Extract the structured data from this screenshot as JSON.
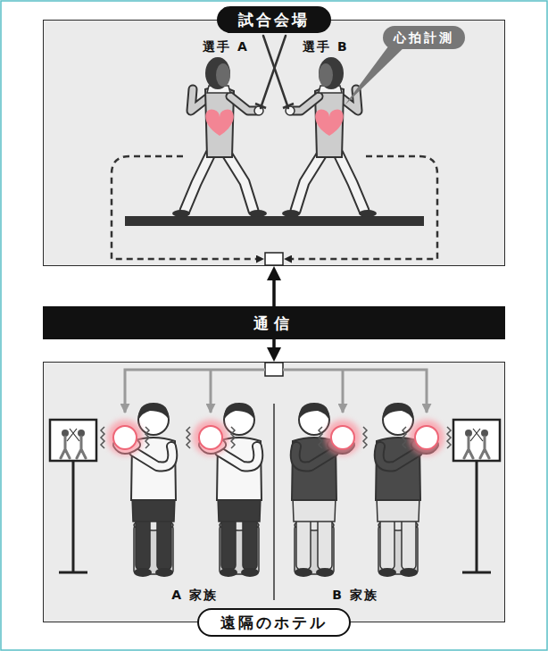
{
  "diagram": {
    "nodes": [
      {
        "text": [
          "試合会場"
        ]
      },
      {
        "text": [
          "心拍計測"
        ],
        "in": 0
      },
      {
        "text": [
          "通信"
        ]
      },
      {
        "text": [
          "遠隔のホテル"
        ]
      }
    ],
    "edges": [
      {
        "from": 0,
        "to": 3,
        "arrow": "both"
      }
    ],
    "labels": [
      "選手 A",
      "選手 B",
      "A 家族",
      "B 家族"
    ]
  }
}
